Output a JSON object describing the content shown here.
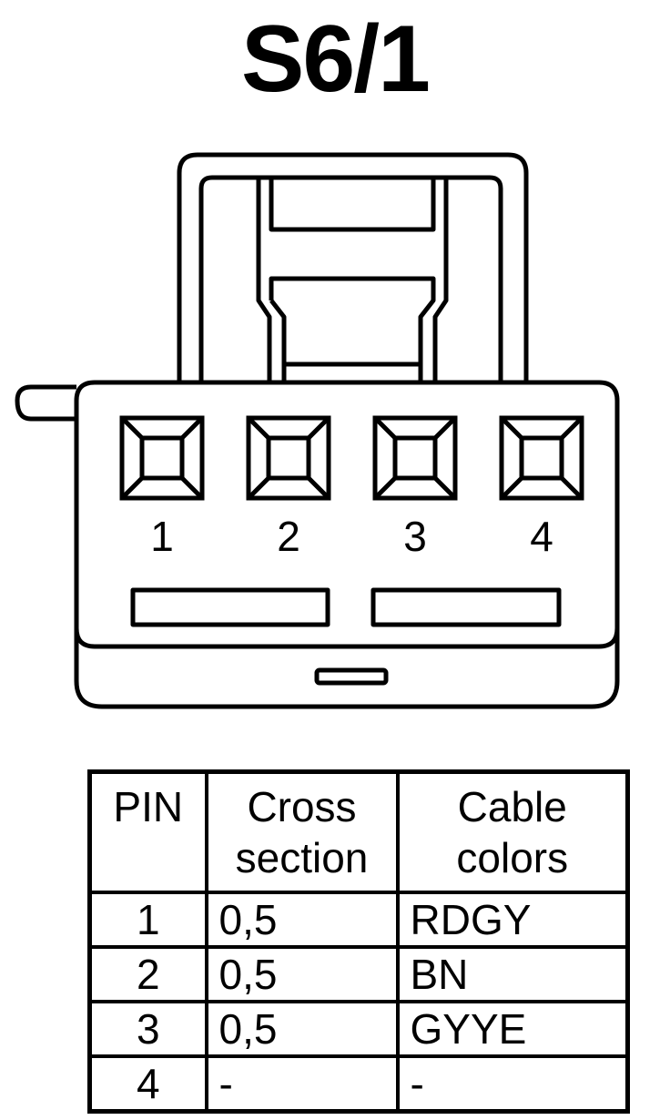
{
  "title": "S6/1",
  "connector": {
    "pin_labels": [
      "1",
      "2",
      "3",
      "4"
    ]
  },
  "table": {
    "headers": [
      "PIN",
      "Cross section",
      "Cable colors"
    ],
    "rows": [
      {
        "pin": "1",
        "cross_section": "0,5",
        "color": "RDGY"
      },
      {
        "pin": "2",
        "cross_section": "0,5",
        "color": "BN"
      },
      {
        "pin": "3",
        "cross_section": "0,5",
        "color": "GYYE"
      },
      {
        "pin": "4",
        "cross_section": "-",
        "color": "-"
      }
    ]
  }
}
